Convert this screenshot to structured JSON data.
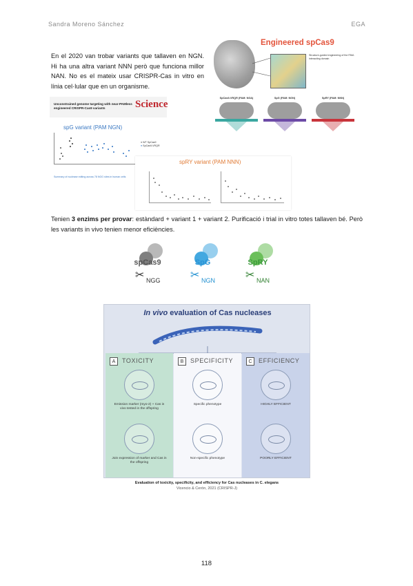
{
  "header": {
    "author": "Sandra Moreno Sánchez",
    "code": "EGA"
  },
  "paragraph1": "En el 2020 van trobar variants que tallaven en NGN. Hi ha una altra variant NNN però que funciona millor NAN. No es el mateix usar CRISPR-Cas in vitro en línia cel·lular que en un organisme.",
  "paragraph2": {
    "before": "Tenien ",
    "bold": "3 enzims per provar",
    "after": ": estàndard + variant 1 + variant 2. Purificació i trial in vitro totes tallaven bé. Però les variants in vivo tenien menor eficiències."
  },
  "fig_engineered": {
    "title": "Engineered spCas9",
    "zoom_text": "Structure-guided engineering of the PAM-interacting domain",
    "variants": [
      {
        "label": "SpCas9-VRQR (PAM: NGA)",
        "color": "#3aa7a0"
      },
      {
        "label": "SpG (PAM: NGN)",
        "color": "#6c4aa6"
      },
      {
        "label": "SpRY (PAM: NNN)",
        "color": "#c8343b"
      }
    ]
  },
  "fig_science": {
    "paper_title": "Unconstrained genome targeting with near-PAMless engineered CRISPR-Cas9 variants",
    "logo": "Science",
    "variant_title": "spG variant (PAM NGN)",
    "legend": [
      "WT SpCas9",
      "SpCas9-VRQR"
    ],
    "caption": "Summary of nuclease editing across 78 NGG sites in human cells"
  },
  "fig_spry": {
    "title": "spRY variant (PAM NNN)"
  },
  "enzymes": [
    {
      "name": "spCas9",
      "pam": "NGG",
      "color": "#7f7f7f",
      "text_color": "#555555",
      "pam_color": "#333333",
      "scissor_color": "#333333"
    },
    {
      "name": "SpG",
      "pam": "NGN",
      "color": "#43a8e0",
      "text_color": "#2a93d5",
      "pam_color": "#1f8fd0",
      "scissor_color": "#1f8fd0"
    },
    {
      "name": "SpRY",
      "pam": "NAN",
      "color": "#6bbf5a",
      "text_color": "#3c9a3c",
      "pam_color": "#2f7f2f",
      "scissor_color": "#2f7f2f"
    }
  ],
  "fig_vivo": {
    "title_italic": "In vivo",
    "title_rest": " evaluation of Cas nucleases",
    "columns": [
      {
        "letter": "A",
        "title": "TOXICITY",
        "text1": "Emission marker (myo-2) + Cas in vivo tested in the offspring",
        "text2": "Join expression of marker and Cas in the offspring"
      },
      {
        "letter": "B",
        "title": "SPECIFICITY",
        "text1": "Specific phenotype",
        "text2": "Non-specific phenotype"
      },
      {
        "letter": "C",
        "title": "EFFICIENCY",
        "text1": "HIGHLY EFFICIENT",
        "text2": "POORLY EFFICIENT"
      }
    ]
  },
  "fig_caption": {
    "line1": "Evaluation of toxicity, specificity, and efficiency for Cas nucleases in C. elegans",
    "line2": "Vicencio & Cerón, 2021 (CRISPR-J)"
  },
  "page_number": "118"
}
